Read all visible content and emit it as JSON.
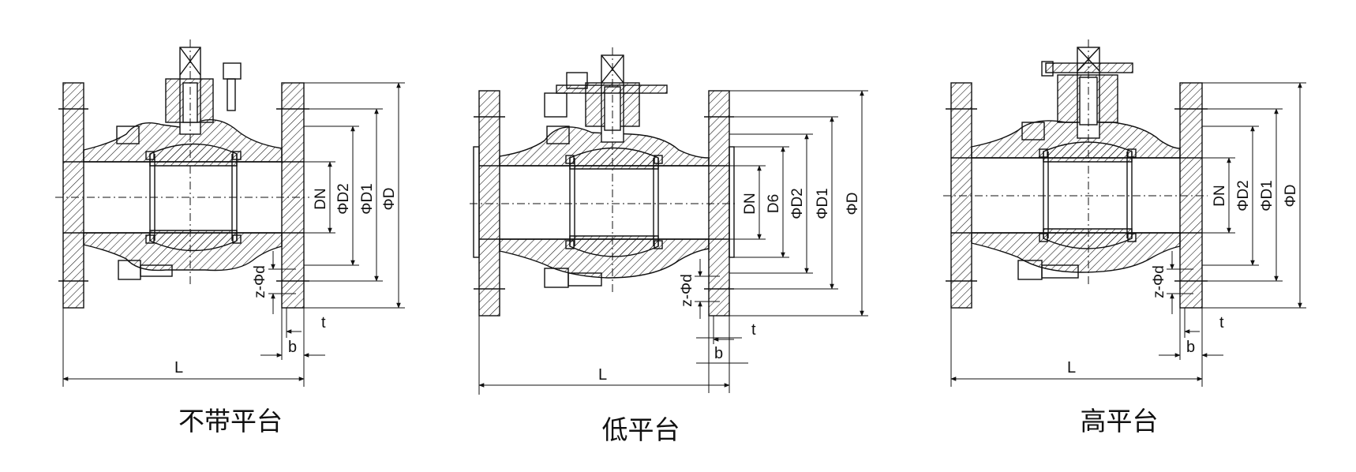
{
  "colors": {
    "line": "#111111",
    "background": "#ffffff"
  },
  "views": [
    {
      "id": "no-platform",
      "caption": "不带平台",
      "dims": {
        "DN": "DN",
        "D2": "ΦD2",
        "D1": "ΦD1",
        "D": "ΦD",
        "zd": "z-Φd",
        "t": "t",
        "b": "b",
        "L": "L"
      }
    },
    {
      "id": "low-platform",
      "caption": "低平台",
      "dims": {
        "DN": "DN",
        "D6": "D6",
        "D2": "ΦD2",
        "D1": "ΦD1",
        "D": "ΦD",
        "zd": "z-Φd",
        "t": "t",
        "b": "b",
        "L": "L"
      }
    },
    {
      "id": "high-platform",
      "caption": "高平台",
      "dims": {
        "DN": "DN",
        "D2": "ΦD2",
        "D1": "ΦD1",
        "D": "ΦD",
        "zd": "z-Φd",
        "t": "t",
        "b": "b",
        "L": "L"
      }
    }
  ]
}
